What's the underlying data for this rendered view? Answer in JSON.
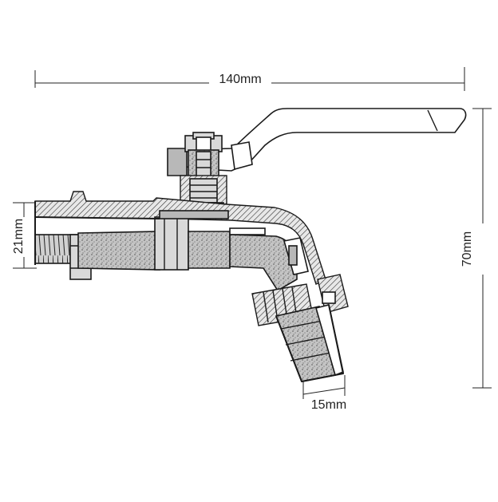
{
  "drawing": {
    "subject": "bib tap with lever handle and hose connector",
    "dimensions": {
      "overall_length": "140mm",
      "thread_diameter": "21mm",
      "overall_height": "70mm",
      "hose_outlet": "15mm"
    }
  },
  "colors": {
    "ink": "#1a1a1a",
    "metal": "#d9d9d9",
    "section": "#9a9a9a"
  }
}
